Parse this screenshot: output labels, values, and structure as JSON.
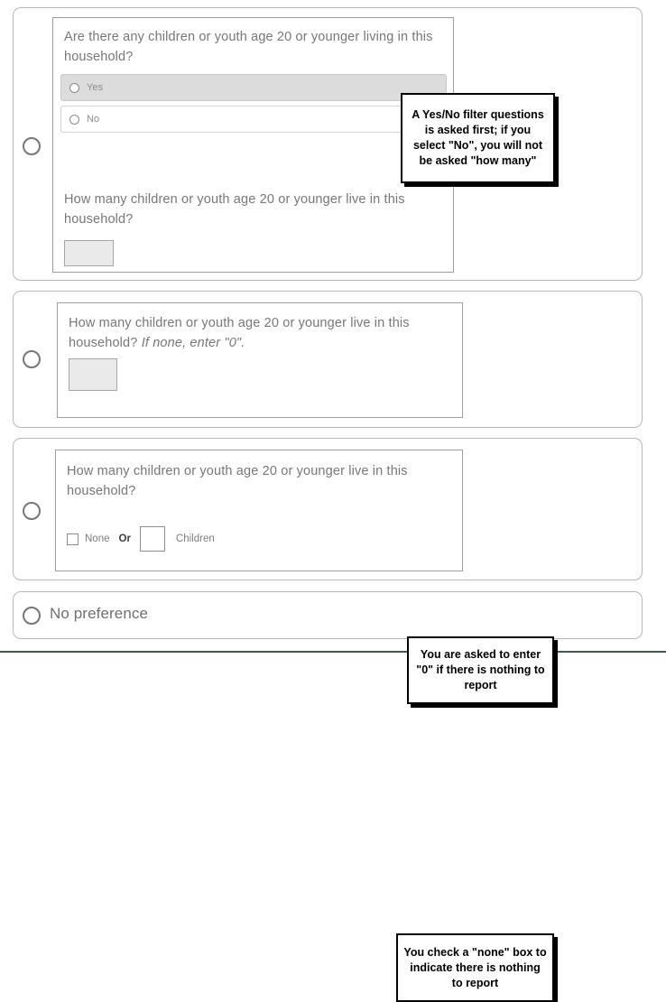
{
  "options": [
    {
      "id": "option-filter-question",
      "panel": {
        "filter_question": "Are there any children or youth age 20 or younger living in this household?",
        "choices": [
          {
            "label": "Yes",
            "selected": true
          },
          {
            "label": "No",
            "selected": false
          }
        ],
        "followup_question": "How many children or youth age 20 or younger live in this household?",
        "entry_value": ""
      },
      "callout": "A Yes/No filter questions is asked first; if you select \"No\", you will not be asked \"how many\""
    },
    {
      "id": "option-enter-zero",
      "panel": {
        "question_main": "How many children or youth age 20 or younger live in this household?",
        "question_italic": "If none, enter \"0\".",
        "entry_value": ""
      },
      "callout": "You are asked to enter \"0\" if there is nothing to report"
    },
    {
      "id": "option-none-checkbox",
      "panel": {
        "question_main": "How many children or youth age 20 or younger live in this household?",
        "none_label": "None",
        "or_label": "Or",
        "children_label": "Children",
        "none_checked": false,
        "entry_value": ""
      },
      "callout": "You check a \"none\" box to indicate there is nothing to report"
    },
    {
      "id": "option-no-preference",
      "label": "No preference"
    }
  ],
  "colors": {
    "card_border": "#b9b9b9",
    "panel_border": "#9e9e9e",
    "question_text": "#777777",
    "selected_row_bg": "#dcdcdc",
    "entry_fill": "#eaeaea",
    "callout_border": "#000000",
    "bottom_rule": "#3f5b49"
  }
}
